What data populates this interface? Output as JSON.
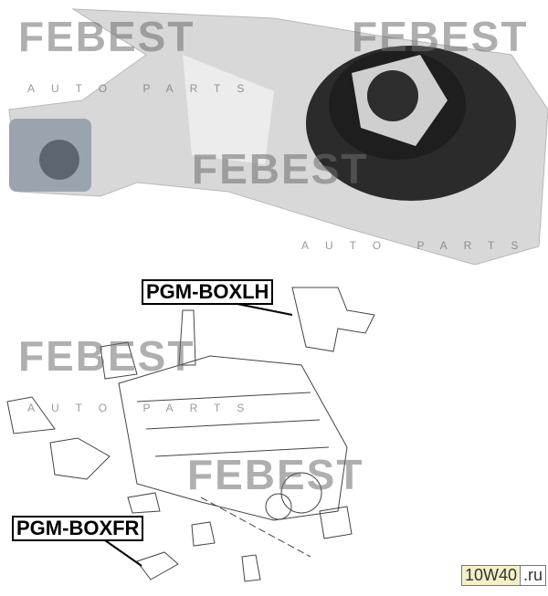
{
  "watermark": {
    "brand": "FEBEST",
    "sub": "AUTO PARTS"
  },
  "labels": {
    "top_part": "PGM-BOXLH",
    "bottom_part": "PGM-BOXFR"
  },
  "logo": {
    "main": "10W40",
    "domain": ".ru"
  }
}
